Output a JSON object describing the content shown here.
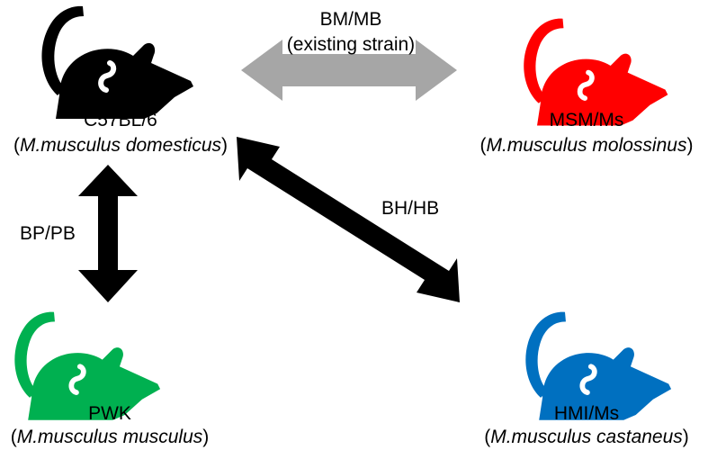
{
  "strains": [
    {
      "name": "C57BL/6",
      "species": "M.musculus domesticus",
      "color": "#000000"
    },
    {
      "name": "MSM/Ms",
      "species": "M.musculus molossinus",
      "color": "#ff0000"
    },
    {
      "name": "PWK",
      "species": "M.musculus musculus",
      "color": "#00b050"
    },
    {
      "name": "HMI/Ms",
      "species": "M.musculus castaneus",
      "color": "#0070c0"
    }
  ],
  "crosses": [
    {
      "label": "BM/MB",
      "note": "(existing strain)",
      "from": "C57BL/6",
      "to": "MSM/Ms",
      "color": "#a6a6a6"
    },
    {
      "label": "BP/PB",
      "from": "C57BL/6",
      "to": "PWK",
      "color": "#000000"
    },
    {
      "label": "BH/HB",
      "from": "C57BL/6",
      "to": "HMI/Ms",
      "color": "#000000"
    }
  ]
}
